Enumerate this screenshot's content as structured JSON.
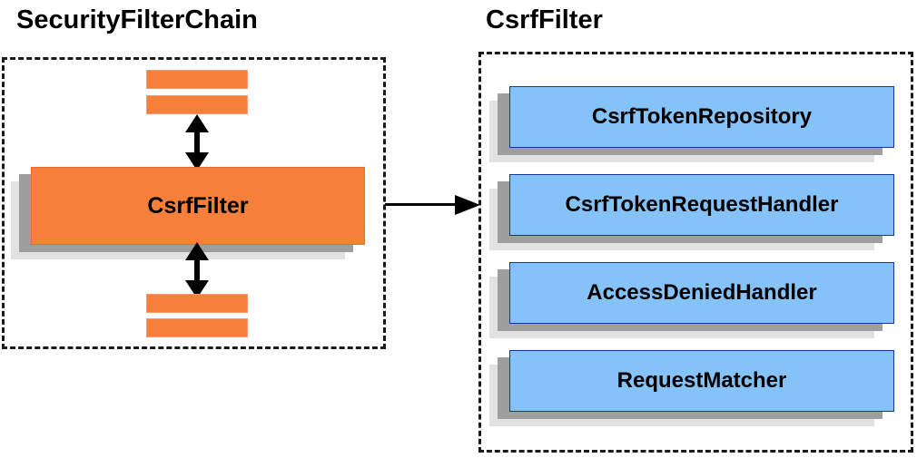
{
  "diagram": {
    "title_left": "SecurityFilterChain",
    "title_right": "CsrfFilter",
    "colors": {
      "orange_fill": "#F4803C",
      "orange_border": "#E86D2A",
      "blue_fill": "#85C2F7",
      "blue_border": "#13399C",
      "shadow_near": "#9E9E9E",
      "shadow_far": "#E2E2E2",
      "outline": "#1A1A1A",
      "background": "#FFFFFF"
    }
  },
  "left_panel": {
    "title": "SecurityFilterChain",
    "highlighted_filter": "CsrfFilter",
    "filters_above": [
      "",
      ""
    ],
    "filters_below": [
      "",
      ""
    ],
    "connector_above": "double-headed-vertical-arrow",
    "connector_below": "double-headed-vertical-arrow"
  },
  "right_panel": {
    "title": "CsrfFilter",
    "collaborators": [
      {
        "label": "CsrfTokenRepository"
      },
      {
        "label": "CsrfTokenRequestHandler"
      },
      {
        "label": "AccessDeniedHandler"
      },
      {
        "label": "RequestMatcher"
      }
    ]
  },
  "connector": {
    "from": "CsrfFilter",
    "to": "CsrfFilter detail panel",
    "type": "right-arrow"
  }
}
